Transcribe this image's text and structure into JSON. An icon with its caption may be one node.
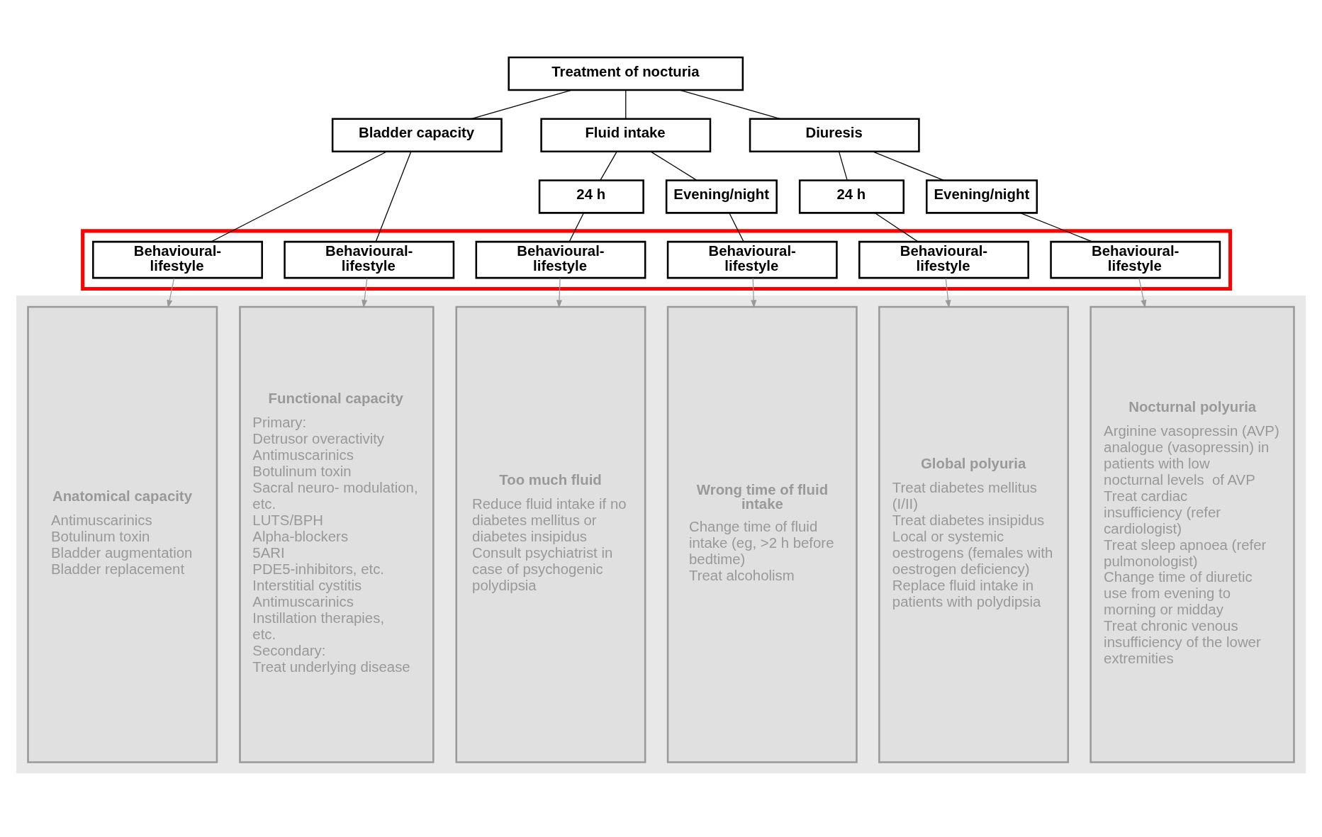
{
  "diagram": {
    "nodes": [
      {
        "text": [
          "Treatment of nocturia"
        ]
      },
      {
        "text": [
          "Bladder capacity"
        ]
      },
      {
        "text": [
          "Fluid intake"
        ]
      },
      {
        "text": [
          "Diuresis"
        ]
      },
      {
        "text": [
          "24 h"
        ]
      },
      {
        "text": [
          "Evening/night"
        ]
      },
      {
        "text": [
          "24 h"
        ]
      },
      {
        "text": [
          "Evening/night"
        ]
      },
      {
        "text": [],
        "shape": "box"
      },
      {
        "text": [
          "Behavioural- lifestyle"
        ],
        "in": 8
      },
      {
        "text": [
          "Behavioural- lifestyle"
        ],
        "in": 8
      },
      {
        "text": [
          "Behavioural- lifestyle"
        ],
        "in": 8
      },
      {
        "text": [
          "Behavioural- lifestyle"
        ],
        "in": 8
      },
      {
        "text": [
          "Behavioural- lifestyle"
        ],
        "in": 8
      },
      {
        "text": [
          "Behavioural- lifestyle"
        ],
        "in": 8
      },
      {
        "text": [],
        "shape": "box"
      },
      {
        "text": [
          "Anatomical capacity",
          "Antimuscarinics",
          "Botulinum toxin",
          "Bladder augmentation",
          "Bladder replacement"
        ],
        "in": 15
      },
      {
        "text": [
          "Functional capacity",
          "Primary:",
          "Detrusor overactivity",
          "Antimuscarinics",
          "Botulinum toxin",
          "Sacral neuro- modulation, etc.",
          "LUTS/BPH",
          "Alpha-blockers",
          "5ARI",
          "PDE5-inhibitors, etc.",
          "Interstitial cystitis",
          "Antimuscarinics",
          "Instillation therapies, etc.",
          "Secondary:",
          "Treat underlying disease"
        ],
        "in": 15
      },
      {
        "text": [
          "Too much fluid",
          "Reduce fluid intake if no diabetes mellitus or diabetes insipidus",
          "Consult psychiatrist in case of psychogenic polydipsia"
        ],
        "in": 15
      },
      {
        "text": [
          "Wrong time of fluid intake",
          "Change time of fluid intake (eg, >2 h before bedtime)",
          "Treat alcoholism"
        ],
        "in": 15
      },
      {
        "text": [
          "Global polyuria",
          "Treat diabetes mellitus  (I/II)",
          "Treat diabetes insipidus",
          "Local or systemic oestrogens (females with oestrogen deficiency)",
          "Replace fluid intake in patients with polydipsia"
        ],
        "in": 15
      },
      {
        "text": [
          "Nocturnal polyuria",
          "Arginine vasopressin (AVP) analogue (vasopressin) in patients with low nocturnal levels  of AVP",
          "Treat cardiac insufficiency (refer cardiologist)",
          "Treat sleep apnoea (refer pulmonologist)",
          "Change time of diuretic use from evening to morning or midday",
          "Treat chronic venous insufficiency of the lower extremities"
        ],
        "in": 15
      }
    ],
    "edges": [
      {
        "from": 0,
        "to": 1,
        "arrow": "none"
      },
      {
        "from": 0,
        "to": 2,
        "arrow": "none"
      },
      {
        "from": 0,
        "to": 3,
        "arrow": "none"
      },
      {
        "from": 1,
        "to": 9,
        "arrow": "none"
      },
      {
        "from": 1,
        "to": 10,
        "arrow": "none"
      },
      {
        "from": 2,
        "to": 4,
        "arrow": "none"
      },
      {
        "from": 2,
        "to": 5,
        "arrow": "none"
      },
      {
        "from": 3,
        "to": 6,
        "arrow": "none"
      },
      {
        "from": 3,
        "to": 7,
        "arrow": "none"
      },
      {
        "from": 4,
        "to": 11,
        "arrow": "none"
      },
      {
        "from": 5,
        "to": 12,
        "arrow": "none"
      },
      {
        "from": 6,
        "to": 13,
        "arrow": "none"
      },
      {
        "from": 7,
        "to": 14,
        "arrow": "none"
      },
      {
        "from": 9,
        "to": 16,
        "arrow": "to",
        "color": "#999999"
      },
      {
        "from": 10,
        "to": 17,
        "arrow": "to",
        "color": "#999999"
      },
      {
        "from": 11,
        "to": 18,
        "arrow": "to",
        "color": "#999999"
      },
      {
        "from": 12,
        "to": 19,
        "arrow": "to",
        "color": "#999999"
      },
      {
        "from": 13,
        "to": 20,
        "arrow": "to",
        "color": "#999999"
      },
      {
        "from": 14,
        "to": 21,
        "arrow": "to",
        "color": "#999999"
      }
    ]
  }
}
